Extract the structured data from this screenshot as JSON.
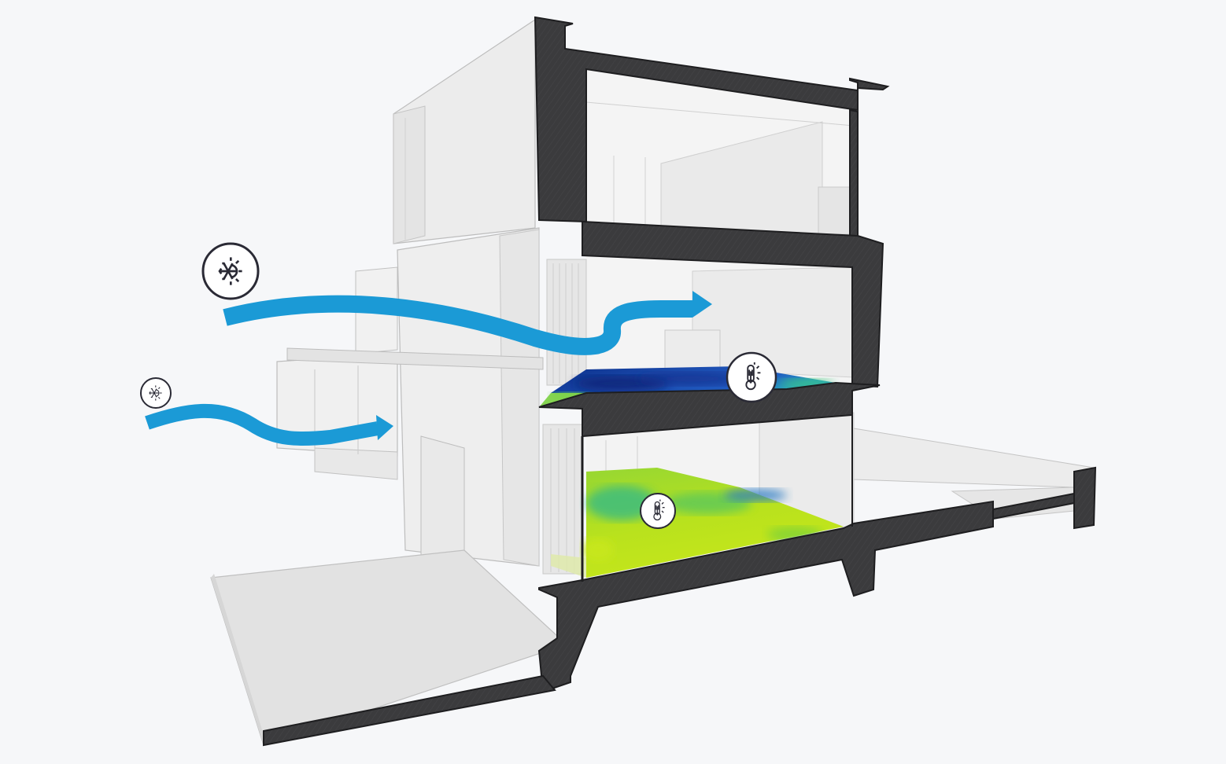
{
  "diagram": {
    "kind": "building-section-airflow",
    "colors": {
      "background": "#f6f7f9",
      "wall_cut": "#3b3b3d",
      "wall_cut_edge": "#202022",
      "surface_light": "#efefef",
      "surface_mid": "#e6e6e6",
      "surface_shade": "#dcdcdc",
      "line": "#b8b8b8",
      "airflow": "#1b9ad6",
      "icon_ring": "#2a2a35",
      "icon_fill": "#ffffff"
    },
    "heatmap_palette": {
      "upper_floor": [
        "#0c2f8a",
        "#163fa1",
        "#1f5ac0",
        "#2d8fd2",
        "#23b7b0",
        "#39c96a"
      ],
      "lower_floor": [
        "#b9e21d",
        "#9ad830",
        "#5cc85a",
        "#2fb88a",
        "#2aa0b8",
        "#2a6cc0"
      ]
    },
    "icons": [
      {
        "id": "climate-large",
        "name": "snowflake-sun-icon"
      },
      {
        "id": "climate-small",
        "name": "snowflake-sun-icon"
      },
      {
        "id": "thermo-upper",
        "name": "thermometer-sun-icon"
      },
      {
        "id": "thermo-lower",
        "name": "thermometer-sun-icon"
      }
    ],
    "airflows": [
      {
        "id": "upper",
        "name": "airflow-arrow-upper"
      },
      {
        "id": "lower",
        "name": "airflow-arrow-lower"
      }
    ]
  }
}
